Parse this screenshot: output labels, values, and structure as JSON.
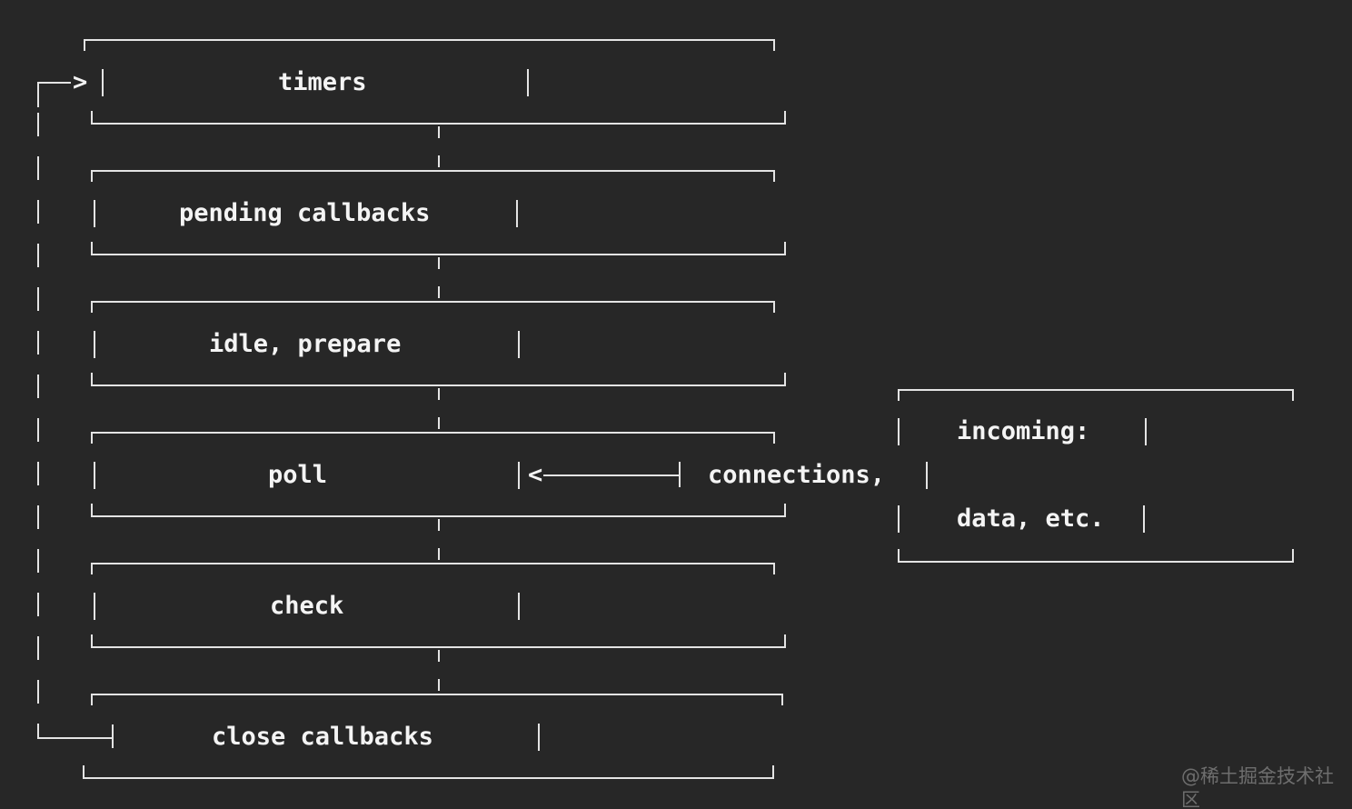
{
  "diagram": {
    "phases": [
      {
        "label": "timers"
      },
      {
        "label": "pending callbacks"
      },
      {
        "label": "idle, prepare"
      },
      {
        "label": "poll"
      },
      {
        "label": "check"
      },
      {
        "label": "close callbacks"
      }
    ],
    "side_box": {
      "rows": [
        {
          "label": "incoming:"
        },
        {
          "label": "connections,"
        },
        {
          "label": "data, etc."
        }
      ]
    },
    "arrows": {
      "loop_head": ">",
      "poll_head": "<"
    }
  },
  "watermark": {
    "label": "@稀土掘金技术社区"
  },
  "colors": {
    "background": "#272727",
    "line": "#e4e4e4",
    "text": "#f4f4f4",
    "watermark": "#6e6e6e"
  }
}
